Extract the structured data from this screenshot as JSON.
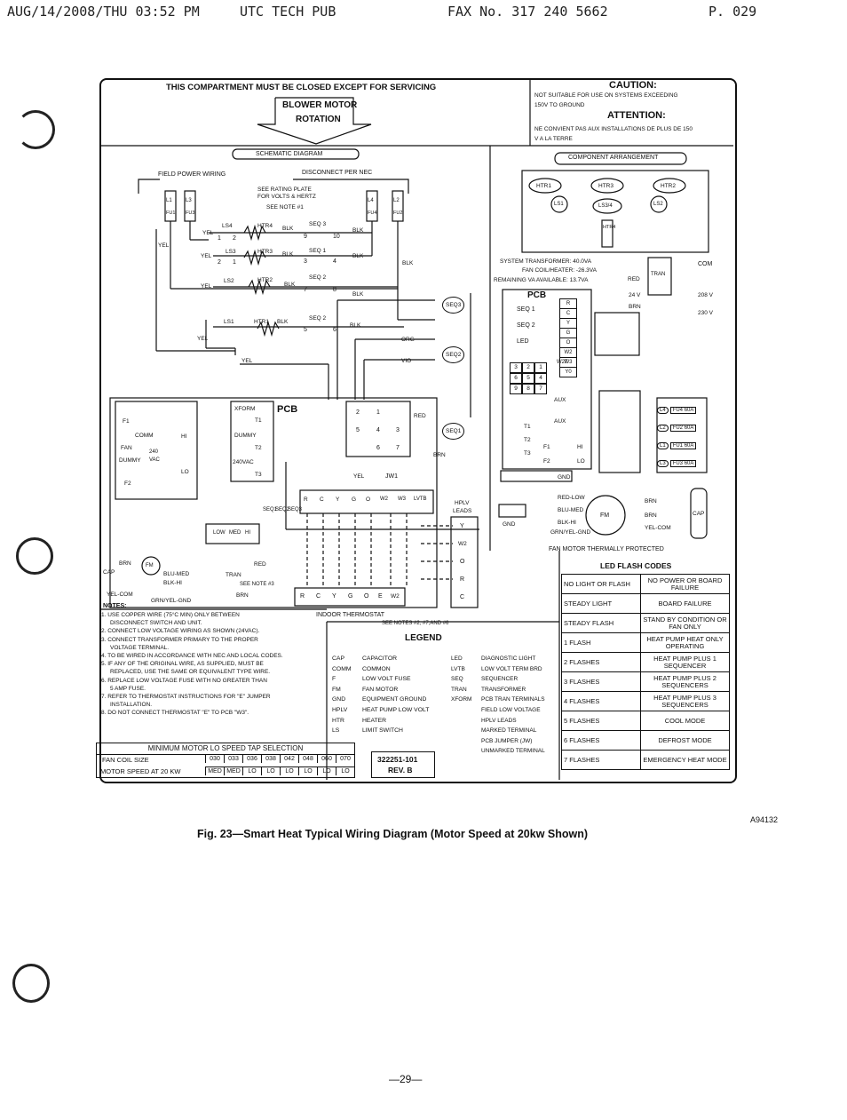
{
  "fax_header": {
    "date": "AUG/14/2008/THU 03:52 PM",
    "sender": "UTC TECH PUB",
    "fax": "FAX No. 317 240 5662",
    "page": "P. 029"
  },
  "top_banner": {
    "compartment": "THIS COMPARTMENT MUST BE CLOSED EXCEPT FOR SERVICING",
    "blower_motor": "BLOWER MOTOR",
    "rotation": "ROTATION"
  },
  "caution": {
    "title": "CAUTION:",
    "line1": "NOT SUITABLE FOR USE ON SYSTEMS EXCEEDING",
    "line2": "150V TO GROUND",
    "attention": "ATTENTION:",
    "line3": "NE CONVIENT PAS AUX INSTALLATIONS DE PLUS DE 150",
    "line4": "V A LA TERRE"
  },
  "schematic": {
    "title": "SCHEMATIC DIAGRAM",
    "field_power": "FIELD POWER WIRING",
    "disconnect": "DISCONNECT PER NEC",
    "rating1": "SEE RATING PLATE",
    "rating2": "FOR VOLTS & HERTZ",
    "note1": "SEE NOTE #1",
    "fuses": [
      "L1",
      "L3",
      "L4",
      "L2"
    ],
    "fu_labels": [
      "FU1",
      "FU3",
      "FU4",
      "FU2"
    ],
    "heater_rows": [
      {
        "ls": "LS4",
        "htr": "HTR4",
        "color": "BLK",
        "seq": "SEQ 3",
        "t1": "9",
        "t2": "10",
        "in": "1",
        "out": "2"
      },
      {
        "ls": "LS3",
        "htr": "HTR3",
        "color": "BLK",
        "seq": "SEQ 1",
        "t1": "3",
        "t2": "4",
        "in": "2",
        "out": "1"
      },
      {
        "ls": "LS2",
        "htr": "HTR2",
        "color": "BLK",
        "seq": "SEQ 2",
        "t1": "7",
        "t2": "8",
        "in": "",
        "out": ""
      },
      {
        "ls": "LS1",
        "htr": "HTR1",
        "color": "BLK",
        "seq": "SEQ 2",
        "t1": "5",
        "t2": "6",
        "in": "",
        "out": ""
      }
    ],
    "wire_yel": "YEL",
    "wire_blk": "BLK",
    "wire_org": "ORG",
    "wire_vio": "VIO",
    "wire_red": "RED",
    "wire_brn": "BRN",
    "seq_coils": [
      "SEQ3",
      "SEQ2",
      "SEQ1"
    ],
    "pcb": "PCB",
    "xform": "XFORM",
    "dummy": "DUMMY",
    "v240": "240VAC",
    "t_labels": [
      "T1",
      "T2",
      "T3"
    ],
    "terminals": [
      "2",
      "1",
      "5",
      "4",
      "3",
      "6",
      "7"
    ],
    "jw1": "JW1",
    "fan_box": {
      "f1": "F1",
      "comm": "COMM",
      "hi": "HI",
      "fan": "FAN",
      "v240": "240",
      "dummy": "DUMMY",
      "vac": "VAC",
      "lo": "LO",
      "f2": "F2"
    },
    "pcb_strip": [
      "R",
      "C",
      "Y",
      "G",
      "O",
      "W2",
      "W3",
      "LVTB"
    ],
    "seq_strip": [
      "SEQ1",
      "SEQ2",
      "SEQ3"
    ],
    "hplv": [
      "HPLV",
      "LEADS"
    ],
    "hplv_terms": [
      "Y",
      "W2",
      "O",
      "R",
      "C"
    ],
    "thermostat_terms": [
      "R",
      "C",
      "Y",
      "G",
      "O",
      "E",
      "W2"
    ],
    "indoor_thermostat": "INDOOR THERMOSTAT",
    "see_notes": "SEE NOTES #2, #7,AND #6",
    "motor_wires": [
      "BRN",
      "BLU-MED",
      "BLK-HI",
      "YEL-COM",
      "GRN/YEL-GND"
    ],
    "cap": "CAP",
    "fm": "FM",
    "tran": "TRAN",
    "see_note3": "SEE NOTE #3",
    "speed_taps": [
      "LOW",
      "MED",
      "HI"
    ]
  },
  "notes": {
    "title": "NOTES:",
    "items": [
      "1. USE COPPER WIRE (75°C MIN) ONLY BETWEEN",
      "DISCONNECT SWITCH AND UNIT.",
      "2. CONNECT LOW VOLTAGE WIRING AS SHOWN (24VAC).",
      "3. CONNECT TRANSFORMER PRIMARY TO THE PROPER",
      "VOLTAGE TERMINAL.",
      "4. TO BE WIRED IN ACCORDANCE WITH NEC AND LOCAL CODES.",
      "5. IF ANY OF THE ORIGINAL WIRE, AS SUPPLIED, MUST BE",
      "REPLACED, USE THE SAME OR EQUIVALENT TYPE WIRE.",
      "6. REPLACE LOW VOLTAGE FUSE WITH NO GREATER THAN",
      "5 AMP FUSE.",
      "7. REFER TO THERMOSTAT INSTRUCTIONS FOR \"E\" JUMPER",
      "INSTALLATION.",
      "8. DO NOT CONNECT THERMOSTAT \"E\" TO PCB \"W3\"."
    ]
  },
  "motor_table": {
    "title": "MINIMUM MOTOR LO SPEED TAP SELECTION",
    "row1_label": "FAN COIL SIZE",
    "sizes": [
      "030",
      "033",
      "036",
      "038",
      "042",
      "048",
      "060",
      "070"
    ],
    "row2_label": "MOTOR SPEED AT 20 KW",
    "speeds": [
      "MED",
      "MED",
      "LO",
      "LO",
      "LO",
      "LO",
      "LO",
      "LO"
    ],
    "part": "322251-101",
    "rev": "REV. B"
  },
  "legend": {
    "title": "LEGEND",
    "left": [
      {
        "k": "CAP",
        "v": "CAPACITOR"
      },
      {
        "k": "COMM",
        "v": "COMMON"
      },
      {
        "k": "F",
        "v": "LOW VOLT FUSE"
      },
      {
        "k": "FM",
        "v": "FAN MOTOR"
      },
      {
        "k": "GND",
        "v": "EQUIPMENT GROUND"
      },
      {
        "k": "HPLV",
        "v": "HEAT PUMP LOW VOLT"
      },
      {
        "k": "HTR",
        "v": "HEATER"
      },
      {
        "k": "LS",
        "v": "LIMIT SWITCH"
      }
    ],
    "right": [
      {
        "k": "LED",
        "v": "DIAGNOSTIC LIGHT"
      },
      {
        "k": "LVTB",
        "v": "LOW VOLT TERM BRD"
      },
      {
        "k": "SEQ",
        "v": "SEQUENCER"
      },
      {
        "k": "TRAN",
        "v": "TRANSFORMER"
      },
      {
        "k": "XFORM",
        "v": "PCB TRAN TERMINALS"
      },
      {
        "k": "",
        "v": "FIELD LOW VOLTAGE"
      },
      {
        "k": "",
        "v": "HPLV LEADS"
      },
      {
        "k": "",
        "v": "MARKED TERMINAL"
      },
      {
        "k": "",
        "v": "PCB JUMPER (JW)"
      },
      {
        "k": "",
        "v": "UNMARKED TERMINAL"
      }
    ]
  },
  "component": {
    "title": "COMPONENT ARRANGEMENT",
    "heaters": [
      "HTR1",
      "HTR3",
      "HTR2",
      "HTR4"
    ],
    "limits": [
      "LS1",
      "LS3/4",
      "LS2"
    ],
    "sys_xfmr": "SYSTEM TRANSFORMER: 40.0VA",
    "fan_coil": "FAN COIL/HEATER: -26.3VA",
    "remaining": "REMAINING VA AVAILABLE: 13.7VA",
    "red": "RED",
    "com": "COM",
    "v24": "24 V",
    "brn": "BRN",
    "v208": "208 V",
    "v230": "230 V",
    "tran": "TRAN",
    "pcb": "PCB",
    "seq1": "SEQ 1",
    "seq2": "SEQ 2",
    "led": "LED",
    "strip": [
      "R",
      "C",
      "Y",
      "G",
      "O",
      "W2",
      "W3",
      "Y0"
    ],
    "grid": [
      "3",
      "2",
      "1",
      "6",
      "5",
      "4",
      "9",
      "8",
      "7"
    ],
    "w2t": "W2T",
    "aux": "AUX",
    "t_labels": [
      "T1",
      "T2",
      "T3"
    ],
    "f1": "F1",
    "f2": "F2",
    "hi": "HI",
    "lo": "LO",
    "gnd": "GND",
    "fuses": [
      {
        "l": "L4",
        "f": "FU4 60A"
      },
      {
        "l": "L2",
        "f": "FU2 60A"
      },
      {
        "l": "L1",
        "f": "FU1 60A"
      },
      {
        "l": "L3",
        "f": "FU3 60A"
      }
    ],
    "motor_wires": [
      "RED-LOW",
      "BLU-MED",
      "BLK-HI",
      "GRN/YEL-GND"
    ],
    "motor_right": [
      "BRN",
      "BRN",
      "YEL-COM"
    ],
    "fm": "FM",
    "cap": "CAP",
    "thermal": "FAN MOTOR THERMALLY PROTECTED"
  },
  "led_codes": {
    "title": "LED FLASH CODES",
    "rows": [
      {
        "code": "NO LIGHT OR FLASH",
        "meaning": "NO POWER OR BOARD FAILURE"
      },
      {
        "code": "STEADY LIGHT",
        "meaning": "BOARD FAILURE"
      },
      {
        "code": "STEADY FLASH",
        "meaning": "STAND BY CONDITION OR FAN ONLY"
      },
      {
        "code": "1 FLASH",
        "meaning": "HEAT PUMP HEAT ONLY OPERATING"
      },
      {
        "code": "2 FLASHES",
        "meaning": "HEAT PUMP PLUS 1 SEQUENCER"
      },
      {
        "code": "3 FLASHES",
        "meaning": "HEAT PUMP PLUS 2 SEQUENCERS"
      },
      {
        "code": "4 FLASHES",
        "meaning": "HEAT PUMP PLUS 3 SEQUENCERS"
      },
      {
        "code": "5 FLASHES",
        "meaning": "COOL MODE"
      },
      {
        "code": "6 FLASHES",
        "meaning": "DEFROST MODE"
      },
      {
        "code": "7 FLASHES",
        "meaning": "EMERGENCY HEAT MODE"
      }
    ]
  },
  "figure": {
    "caption": "Fig. 23—Smart Heat Typical Wiring Diagram (Motor Speed at 20kw Shown)",
    "ref": "A94132",
    "page_number": "—29—"
  }
}
